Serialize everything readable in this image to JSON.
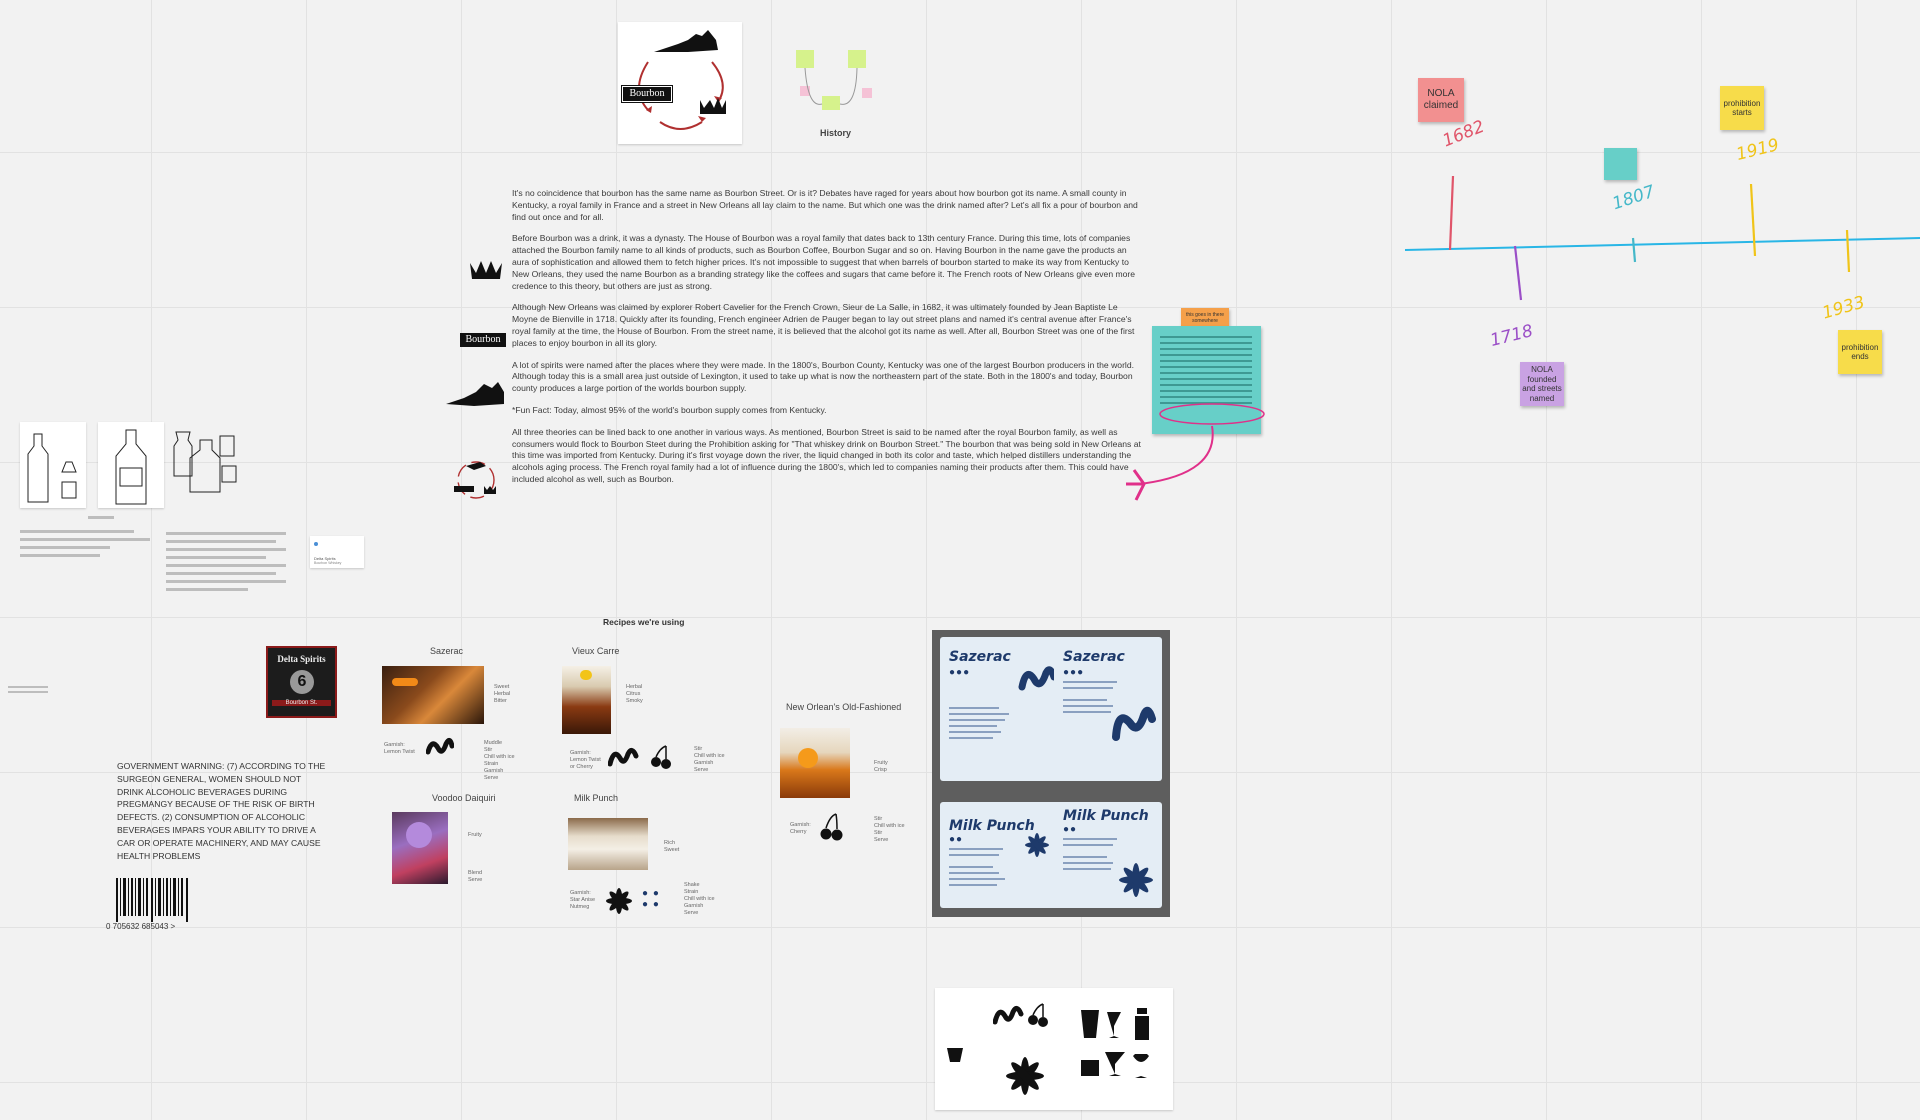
{
  "board": {
    "history_label": "History",
    "recipes_heading": "Recipes we're using"
  },
  "article": {
    "paragraphs": [
      "It's no coincidence that bourbon has the same name as Bourbon Street. Or is it? Debates have raged for years about how bourbon got its name. A small county in Kentucky, a royal family in France and a street in New Orleans all lay claim to the name. But which one was the drink named after? Let's all fix a pour of bourbon and find out once and for all.",
      "Before Bourbon was a drink, it was a dynasty. The House of Bourbon was a royal family that dates back to 13th century France. During this time, lots of companies attached the Bourbon family name to all kinds of products, such as Bourbon Coffee, Bourbon Sugar and so on. Having Bourbon in the name gave the products an aura of sophistication and allowed them to fetch higher prices. It's not impossible to suggest that when barrels of bourbon started to make its way from Kentucky to New Orleans, they used the name Bourbon as a branding strategy like the coffees and sugars that came before it. The French roots of New Orleans give even more credence to this theory, but others are just as strong.",
      "Although New Orleans was claimed by explorer Robert Cavelier for the French Crown, Sieur de La Salle, in 1682, it was ultimately founded by Jean Baptiste Le Moyne de Bienville in 1718. Quickly after its founding, French engineer Adrien de Pauger began to lay out street plans and named it's central avenue after France's royal family at the time, the House of Bourbon. From the street name, it is believed that the alcohol got its name as well. After all, Bourbon Street was one of the first places to enjoy bourbon in all its glory.",
      "A lot of spirits were named after the places where they were made. In the 1800's, Bourbon County, Kentucky was one of the largest Bourbon producers in the world. Although today this is a small area just outside of Lexington, it used to take up what is now the northeastern part of the state. Both in the 1800's and today, Bourbon county produces a large portion of the worlds bourbon supply.",
      "*Fun Fact: Today, almost 95% of the world's bourbon supply comes from Kentucky.",
      "All three theories can be lined back to one another in various ways. As mentioned, Bourbon Street is said to be named after the royal Bourbon family, as well as consumers would flock to Bourbon Steet during the Prohibition asking for \"That whiskey drink on Bourbon Street.\" The bourbon that was being sold in New Orleans at this time was imported from Kentucky. During it's first voyage down the river, the liquid changed in both its color and taste, which helped distillers understanding the alcohols aging process. The French royal family had a lot of influence during the 1800's, which led to companies naming their products after them. This could have included alcohol as well, such as Bourbon."
    ],
    "bourbon_logo_text": "Bourbon"
  },
  "sticky_notes": {
    "orange_note": "this goes in there somewhere",
    "nola_claimed": "NOLA claimed",
    "prohibition_starts": "prohibition starts",
    "nola_founded": "NOLA founded and streets named",
    "prohibition_ends": "prohibition ends"
  },
  "timeline": {
    "years": [
      "1682",
      "1807",
      "1919",
      "1718",
      "1933"
    ],
    "colors": {
      "line": "#29b6e6",
      "red": "#e0556a",
      "purple": "#9b4fc7",
      "yellow": "#f0c419",
      "teal": "#45b8c9"
    }
  },
  "label_draft": {
    "warning": "GOVERNMENT WARNING: (7) ACCORDING TO THE SURGEON GENERAL, WOMEN SHOULD NOT DRINK ALCOHOLIC BEVERAGES DURING PREGMANGY BECAUSE OF THE RISK OF BIRTH DEFECTS. (2) CONSUMPTION OF ALCOHOLIC BEVERAGES IMPARS YOUR ABILITY TO DRIVE A CAR OR OPERATE MACHINERY, AND MAY CAUSE HEALTH PROBLEMS",
    "barcode_number": "0 705632 685043 >",
    "brand_name": "Delta Spirits",
    "brand_sub": "Bourbon St.",
    "small_card_title": "Delta Spirits",
    "small_card_sub": "Bourbon Whiskey"
  },
  "recipes": [
    {
      "name": "Sazerac",
      "notes": "Sweet\nHerbal\nBitter",
      "garnish": "Garnish:\nLemon Twist",
      "method": "Muddle\nStir\nChill with ice\nStrain\nGarnish\nServe"
    },
    {
      "name": "Vieux Carre",
      "notes": "Herbal\nCitrus\nSmoky",
      "garnish": "Garnish:\nLemon Twist\nor Cherry",
      "method": "Stir\nChill with ice\nGarnish\nServe"
    },
    {
      "name": "New Orlean's Old-Fashioned",
      "notes": "Fruity\nCrisp",
      "garnish": "Garnish:\nCherry",
      "method": "Stir\nChill with ice\nStir\nServe"
    },
    {
      "name": "Voodoo Daiquiri",
      "notes": "Fruity",
      "garnish": "",
      "method": "Blend\nServe"
    },
    {
      "name": "Milk Punch",
      "notes": "Rich\nSweet",
      "garnish": "Garnish:\nStar Anise\nNutmeg",
      "method": "Shake\nStrain\nChill with ice\nGarnish\nServe"
    }
  ],
  "menu_cards": [
    {
      "title": "Sazerac"
    },
    {
      "title": "Sazerac"
    },
    {
      "title": "Milk Punch"
    },
    {
      "title": "Milk Punch"
    }
  ]
}
